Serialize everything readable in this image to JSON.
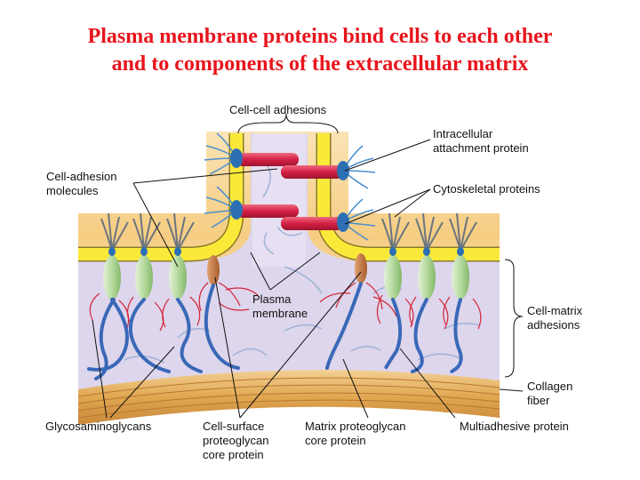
{
  "title": {
    "line1": "Plasma membrane proteins bind cells to each other",
    "line2": "and to components of the extracellular matrix"
  },
  "labels": {
    "cell_cell_adhesions": "Cell-cell adhesions",
    "intracellular_attachment_protein": [
      "Intracellular",
      "attachment protein"
    ],
    "cell_adhesion_molecules": [
      "Cell-adhesion",
      "molecules"
    ],
    "cytoskeletal_proteins": "Cytoskeletal proteins",
    "plasma_membrane": [
      "Plasma",
      "membrane"
    ],
    "cell_matrix_adhesions": [
      "Cell-matrix",
      "adhesions"
    ],
    "collagen_fiber": [
      "Collagen",
      "fiber"
    ],
    "glycosaminoglycans": "Glycosaminoglycans",
    "cell_surface_proteoglycan_core_protein": [
      "Cell-surface",
      "proteoglycan",
      "core protein"
    ],
    "matrix_proteoglycan_core_protein": [
      "Matrix proteoglycan",
      "core protein"
    ],
    "multiadhesive_protein": "Multiadhesive protein"
  },
  "colors": {
    "title": "#e8141c",
    "cytoplasm": "#f5cf86",
    "membrane": "#fbe93a",
    "matrix": "#ded7ec",
    "cadherin": "#d62346",
    "integrin": "#b8dca4",
    "gag_beads": "#3a68b8",
    "collagen": "#e2ab56",
    "core_protein": "#c3783e"
  }
}
